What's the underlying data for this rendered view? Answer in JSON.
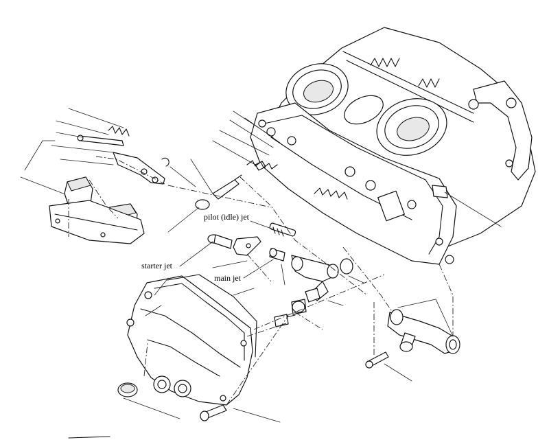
{
  "labels": {
    "pilot_jet": "pilot (idle) jet",
    "starter_jet": "starter jet",
    "main_jet": "main jet"
  },
  "colors": {
    "line": "#111111",
    "background": "#ffffff"
  }
}
